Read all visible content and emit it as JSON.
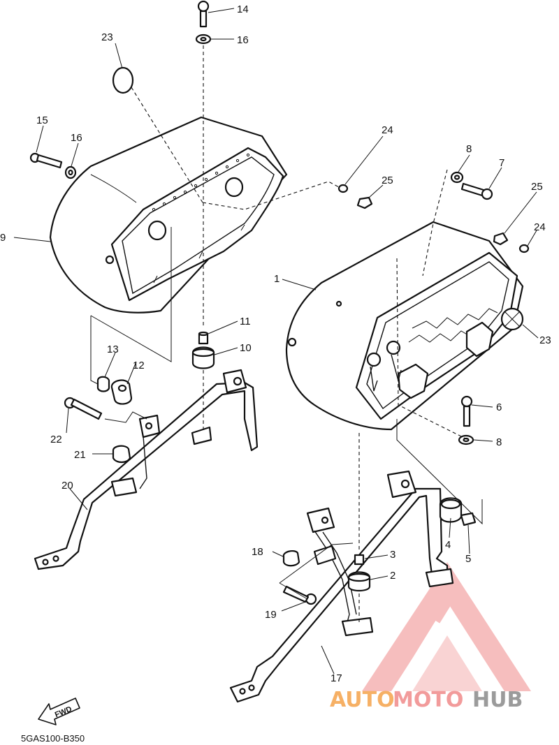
{
  "diagram": {
    "part_code": "5GAS100-B350",
    "fwd_label": "FWD",
    "watermark": {
      "part1": "AUTO",
      "part2": "MOTO",
      "part3": "HUB",
      "color_primary": "#f5a24a",
      "color_secondary": "#f08a8a",
      "color_tertiary": "#8a8a8a"
    },
    "callouts": {
      "c1": "1",
      "c2": "2",
      "c3": "3",
      "c4": "4",
      "c5": "5",
      "c6": "6",
      "c7": "7",
      "c8a": "8",
      "c8b": "8",
      "c9": "9",
      "c10": "10",
      "c11": "11",
      "c12": "12",
      "c13": "13",
      "c14": "14",
      "c15": "15",
      "c16a": "16",
      "c16b": "16",
      "c17": "17",
      "c18": "18",
      "c19": "19",
      "c20": "20",
      "c21": "21",
      "c22": "22",
      "c23a": "23",
      "c23b": "23",
      "c24a": "24",
      "c24b": "24",
      "c25a": "25",
      "c25b": "25"
    }
  }
}
